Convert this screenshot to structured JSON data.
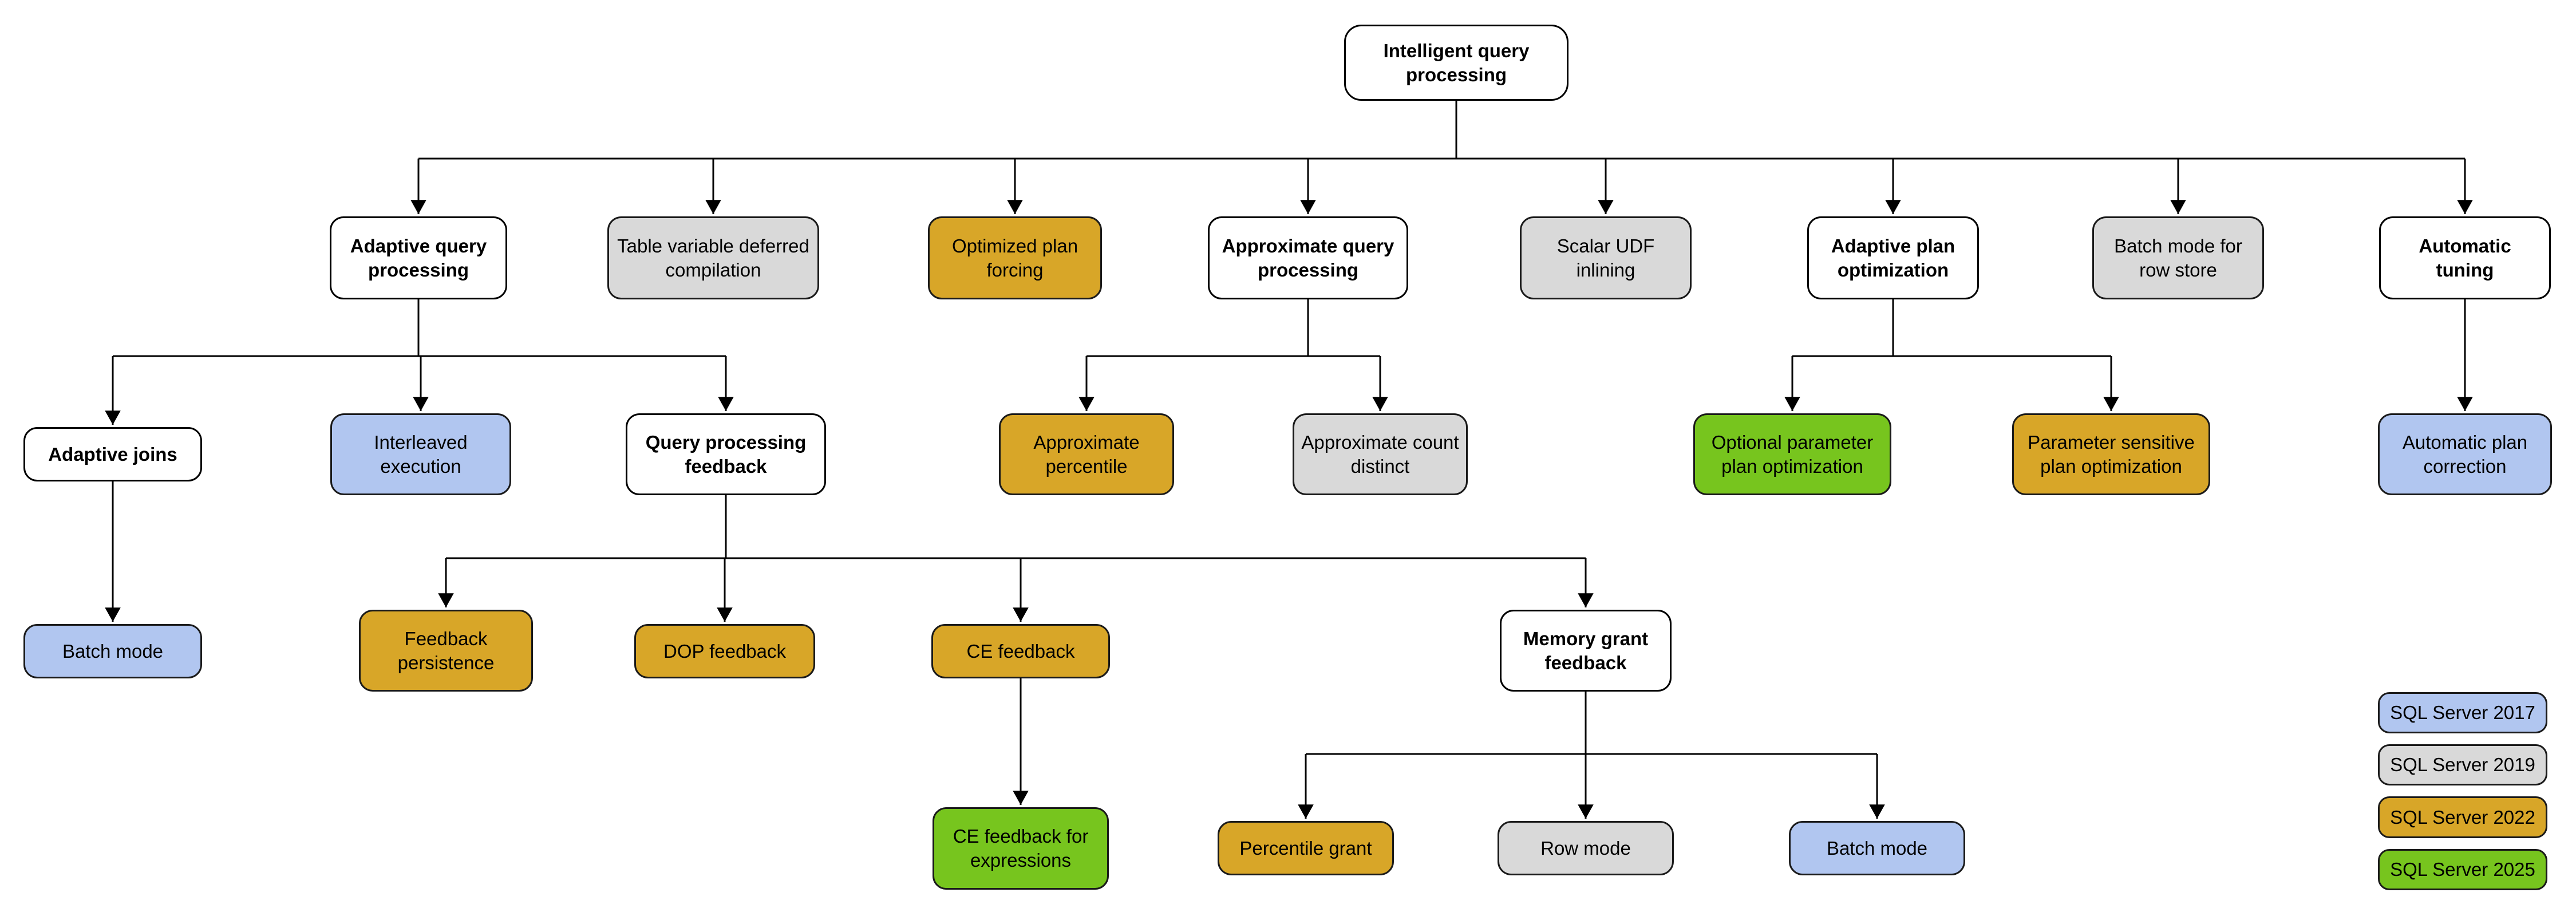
{
  "nodes": {
    "root": "Intelligent query processing",
    "adaptive_query_processing": "Adaptive query processing",
    "table_variable_deferred_compilation": "Table variable deferred compilation",
    "optimized_plan_forcing": "Optimized plan forcing",
    "approximate_query_processing": "Approximate query processing",
    "scalar_udf_inlining": "Scalar UDF inlining",
    "adaptive_plan_optimization": "Adaptive plan optimization",
    "batch_mode_for_row_store": "Batch mode for row store",
    "automatic_tuning": "Automatic tuning",
    "adaptive_joins": "Adaptive joins",
    "interleaved_execution": "Interleaved execution",
    "query_processing_feedback": "Query processing feedback",
    "approximate_percentile": "Approximate percentile",
    "approximate_count_distinct": "Approximate count distinct",
    "optional_parameter_plan_optimization": "Optional parameter plan optimization",
    "parameter_sensitive_plan_optimization": "Parameter sensitive plan optimization",
    "automatic_plan_correction": "Automatic plan correction",
    "batch_mode_adaptive_joins": "Batch mode",
    "feedback_persistence": "Feedback persistence",
    "dop_feedback": "DOP feedback",
    "ce_feedback": "CE feedback",
    "memory_grant_feedback": "Memory grant feedback",
    "ce_feedback_for_expressions": "CE feedback for expressions",
    "percentile_grant": "Percentile grant",
    "row_mode": "Row mode",
    "batch_mode_memory_grant": "Batch mode"
  },
  "legend": {
    "items": [
      {
        "label": "SQL Server 2017",
        "color": "#B1C6F0"
      },
      {
        "label": "SQL Server 2019",
        "color": "#D9D9D9"
      },
      {
        "label": "SQL Server 2022",
        "color": "#D8A628"
      },
      {
        "label": "SQL Server 2025",
        "color": "#77C51E"
      }
    ]
  },
  "colors": {
    "node_default": "#FFFFFF",
    "sql_2017_blue": "#B1C6F0",
    "sql_2019_gray": "#D9D9D9",
    "sql_2022_gold": "#D8A628",
    "sql_2025_green": "#77C51E",
    "connector_line": "#000000",
    "node_text": "#000000"
  }
}
